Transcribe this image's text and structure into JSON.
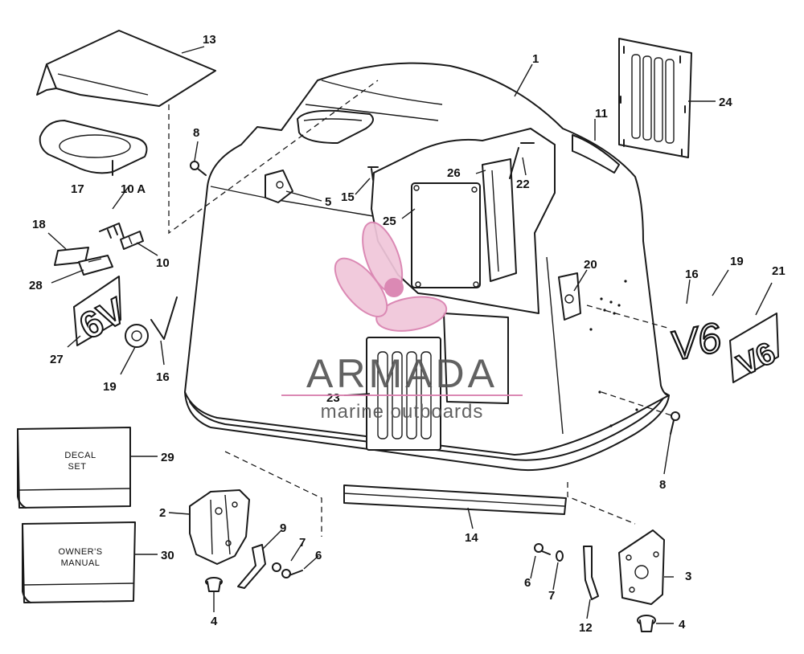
{
  "callouts": {
    "c1": "1",
    "c2": "2",
    "c3": "3",
    "c4a": "4",
    "c4b": "4",
    "c5": "5",
    "c6a": "6",
    "c6b": "6",
    "c7a": "7",
    "c7b": "7",
    "c8a": "8",
    "c8b": "8",
    "c9": "9",
    "c10": "10",
    "c10a": "10 A",
    "c11": "11",
    "c12": "12",
    "c13": "13",
    "c14": "14",
    "c15": "15",
    "c16a": "16",
    "c16b": "16",
    "c17": "17",
    "c18": "18",
    "c19a": "19",
    "c19b": "19",
    "c20": "20",
    "c21": "21",
    "c22": "22",
    "c23": "23",
    "c24": "24",
    "c25": "25",
    "c26": "26",
    "c27": "27",
    "c28": "28",
    "c29": "29",
    "c30": "30"
  },
  "boxes": {
    "decal_line1": "DECAL",
    "decal_line2": "SET",
    "manual_line1": "OWNER'S",
    "manual_line2": "MANUAL"
  },
  "decals": {
    "v6_text": "V6",
    "six_v_text": "6V"
  },
  "watermark": {
    "brand": "ARMADA",
    "tagline": "marine outboards",
    "logo_icon": "propeller-icon",
    "accent_color": "#e8a6c6",
    "line_color": "#d97fae"
  }
}
